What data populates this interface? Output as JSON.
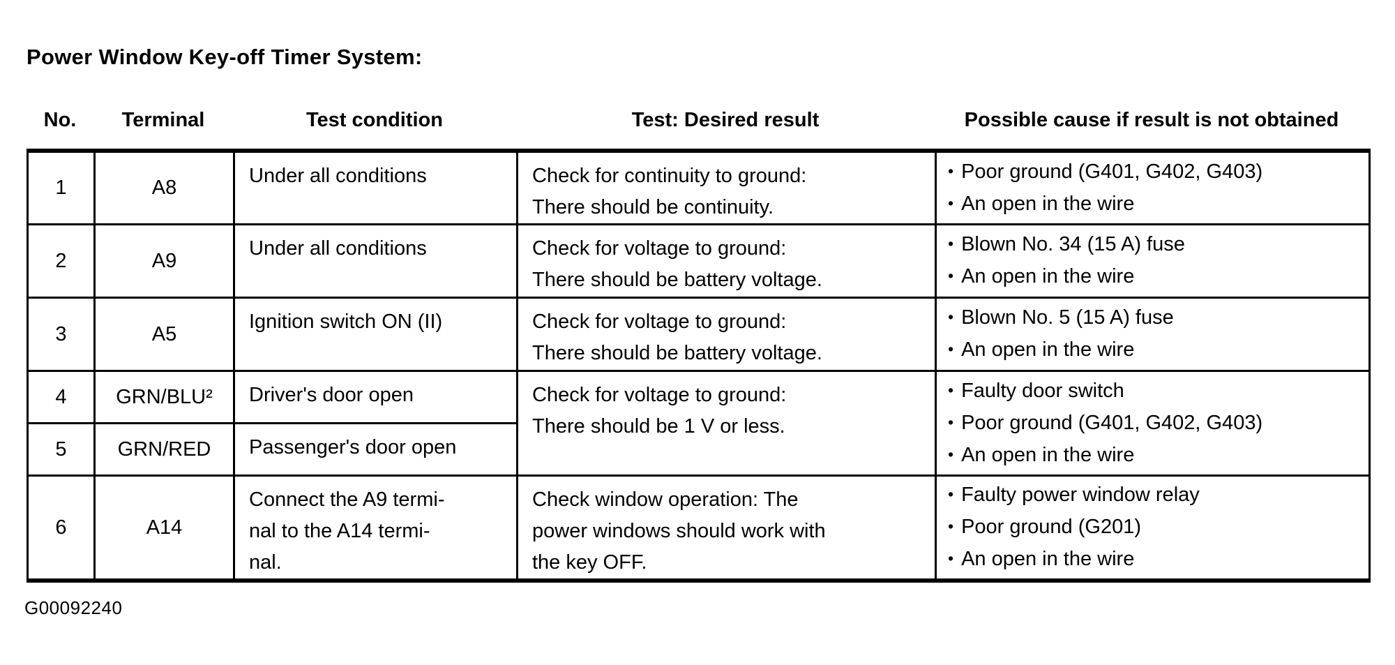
{
  "title": "Power Window Key-off Timer System:",
  "figure_id": "G00092240",
  "bullet_char": "•",
  "table": {
    "headers": {
      "no": "No.",
      "terminal": "Terminal",
      "condition": "Test condition",
      "result": "Test: Desired result",
      "cause": "Possible cause if result is not obtained"
    },
    "rows": [
      {
        "no": "1",
        "terminal": "A8",
        "condition": "Under all conditions",
        "result": "Check for continuity to ground:\nThere should be continuity.",
        "causes": [
          "Poor ground (G401, G402, G403)",
          "An open in the wire"
        ]
      },
      {
        "no": "2",
        "terminal": "A9",
        "condition": "Under all conditions",
        "result": "Check for voltage to ground:\nThere should be battery voltage.",
        "causes": [
          "Blown No. 34 (15 A) fuse",
          "An open in the wire"
        ]
      },
      {
        "no": "3",
        "terminal": "A5",
        "condition": "Ignition switch ON (II)",
        "result": "Check for voltage to ground:\nThere should be battery voltage.",
        "causes": [
          "Blown No. 5 (15 A) fuse",
          "An open in the wire"
        ]
      },
      {
        "no": "4",
        "terminal": "GRN/BLU²",
        "condition": "Driver's door open",
        "result": "Check for voltage to ground:\nThere should be 1 V or less.",
        "causes": [
          "Faulty door switch",
          "Poor ground (G401, G402, G403)",
          "An open in the wire"
        ]
      },
      {
        "no": "5",
        "terminal": "GRN/RED",
        "condition": "Passenger's door open"
      },
      {
        "no": "6",
        "terminal": "A14",
        "condition": "Connect the A9 termi-\nnal to the A14 termi-\nnal.",
        "result": "Check window operation: The\npower windows should work with\nthe key OFF.",
        "causes": [
          "Faulty power window relay",
          "Poor ground (G201)",
          "An open in the wire"
        ]
      }
    ]
  }
}
